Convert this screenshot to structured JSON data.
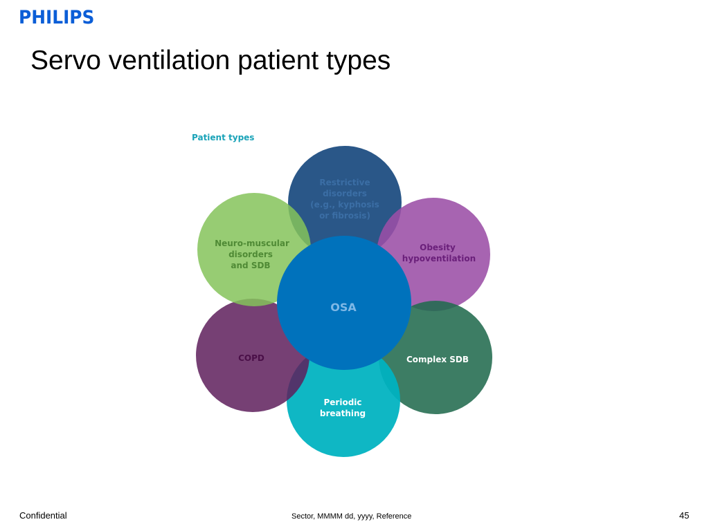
{
  "brand": "PHILIPS",
  "title": "Servo ventilation patient types",
  "diagram": {
    "heading": "Patient types",
    "center": {
      "label": "OSA",
      "color": "#0072bc"
    },
    "circles": [
      {
        "id": "restrictive",
        "lines": [
          "Restrictive",
          "disorders",
          "(e.g., kyphosis",
          "or fibrosis)"
        ],
        "fill": "#1f4e82",
        "text_color": "#3b6ea5"
      },
      {
        "id": "obesity",
        "lines": [
          "Obesity",
          "hypoventilation"
        ],
        "fill": "#9b4fa6",
        "text_color": "#6a1f7a"
      },
      {
        "id": "complex-sdb",
        "lines": [
          "Complex SDB"
        ],
        "fill": "#226b4f",
        "text_color": "#ffffff"
      },
      {
        "id": "periodic",
        "lines": [
          "Periodic",
          "breathing"
        ],
        "fill": "#00b3c0",
        "text_color": "#ffffff"
      },
      {
        "id": "copd",
        "lines": [
          "COPD"
        ],
        "fill": "#5e1f5c",
        "text_color": "#4a0f48"
      },
      {
        "id": "neuromuscular",
        "lines": [
          "Neuro-muscular",
          "disorders",
          "and SDB"
        ],
        "fill": "#85c35b",
        "text_color": "#4f8a35"
      }
    ]
  },
  "footer": {
    "left": "Confidential",
    "center": "Sector, MMMM dd, yyyy, Reference",
    "right": "45"
  }
}
